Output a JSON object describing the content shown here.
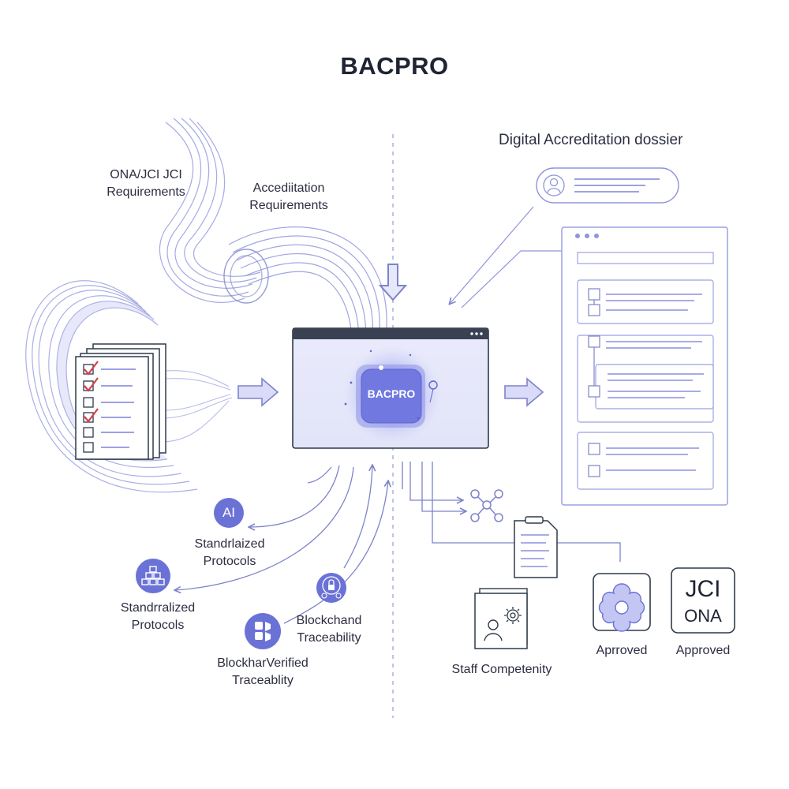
{
  "title": "BACPRO",
  "center_box_label": "BACPRO",
  "dossier_title": "Digital Accreditation dossier",
  "inputs": {
    "ona_jci": [
      "ONA/JCI JCI",
      "Requirements"
    ],
    "accreditation": [
      "Accediitation",
      "Requirements"
    ]
  },
  "features": {
    "ai_icon_text": "AI",
    "standardized_1": [
      "Standrlaized",
      "Protocols"
    ],
    "standardized_2": [
      "Standrralized",
      "Protocols"
    ],
    "blockchain_1": [
      "Blockchand",
      "Traceability"
    ],
    "blockchain_2": [
      "BlockharVerified",
      "Traceablity"
    ]
  },
  "outputs": {
    "staff": "Staff Competenity",
    "approved_1": "Aprroved",
    "jci_badge": [
      "JCI",
      "ONA"
    ],
    "approved_2": "Approved"
  },
  "colors": {
    "accent": "#6b72d6",
    "accent_light": "#c9ccf3",
    "line": "#7d83c9",
    "check_red": "#d2414f",
    "dark": "#2f3a4a"
  },
  "icons": [
    "document-stack-icon",
    "arrow-right-icon",
    "arrow-down-icon",
    "ai-badge-icon",
    "blocks-icon",
    "blockchain-icon",
    "lock-icon",
    "network-icon",
    "clipboard-icon",
    "staff-certificate-icon",
    "gear-icon",
    "flower-seal-icon",
    "person-icon"
  ]
}
